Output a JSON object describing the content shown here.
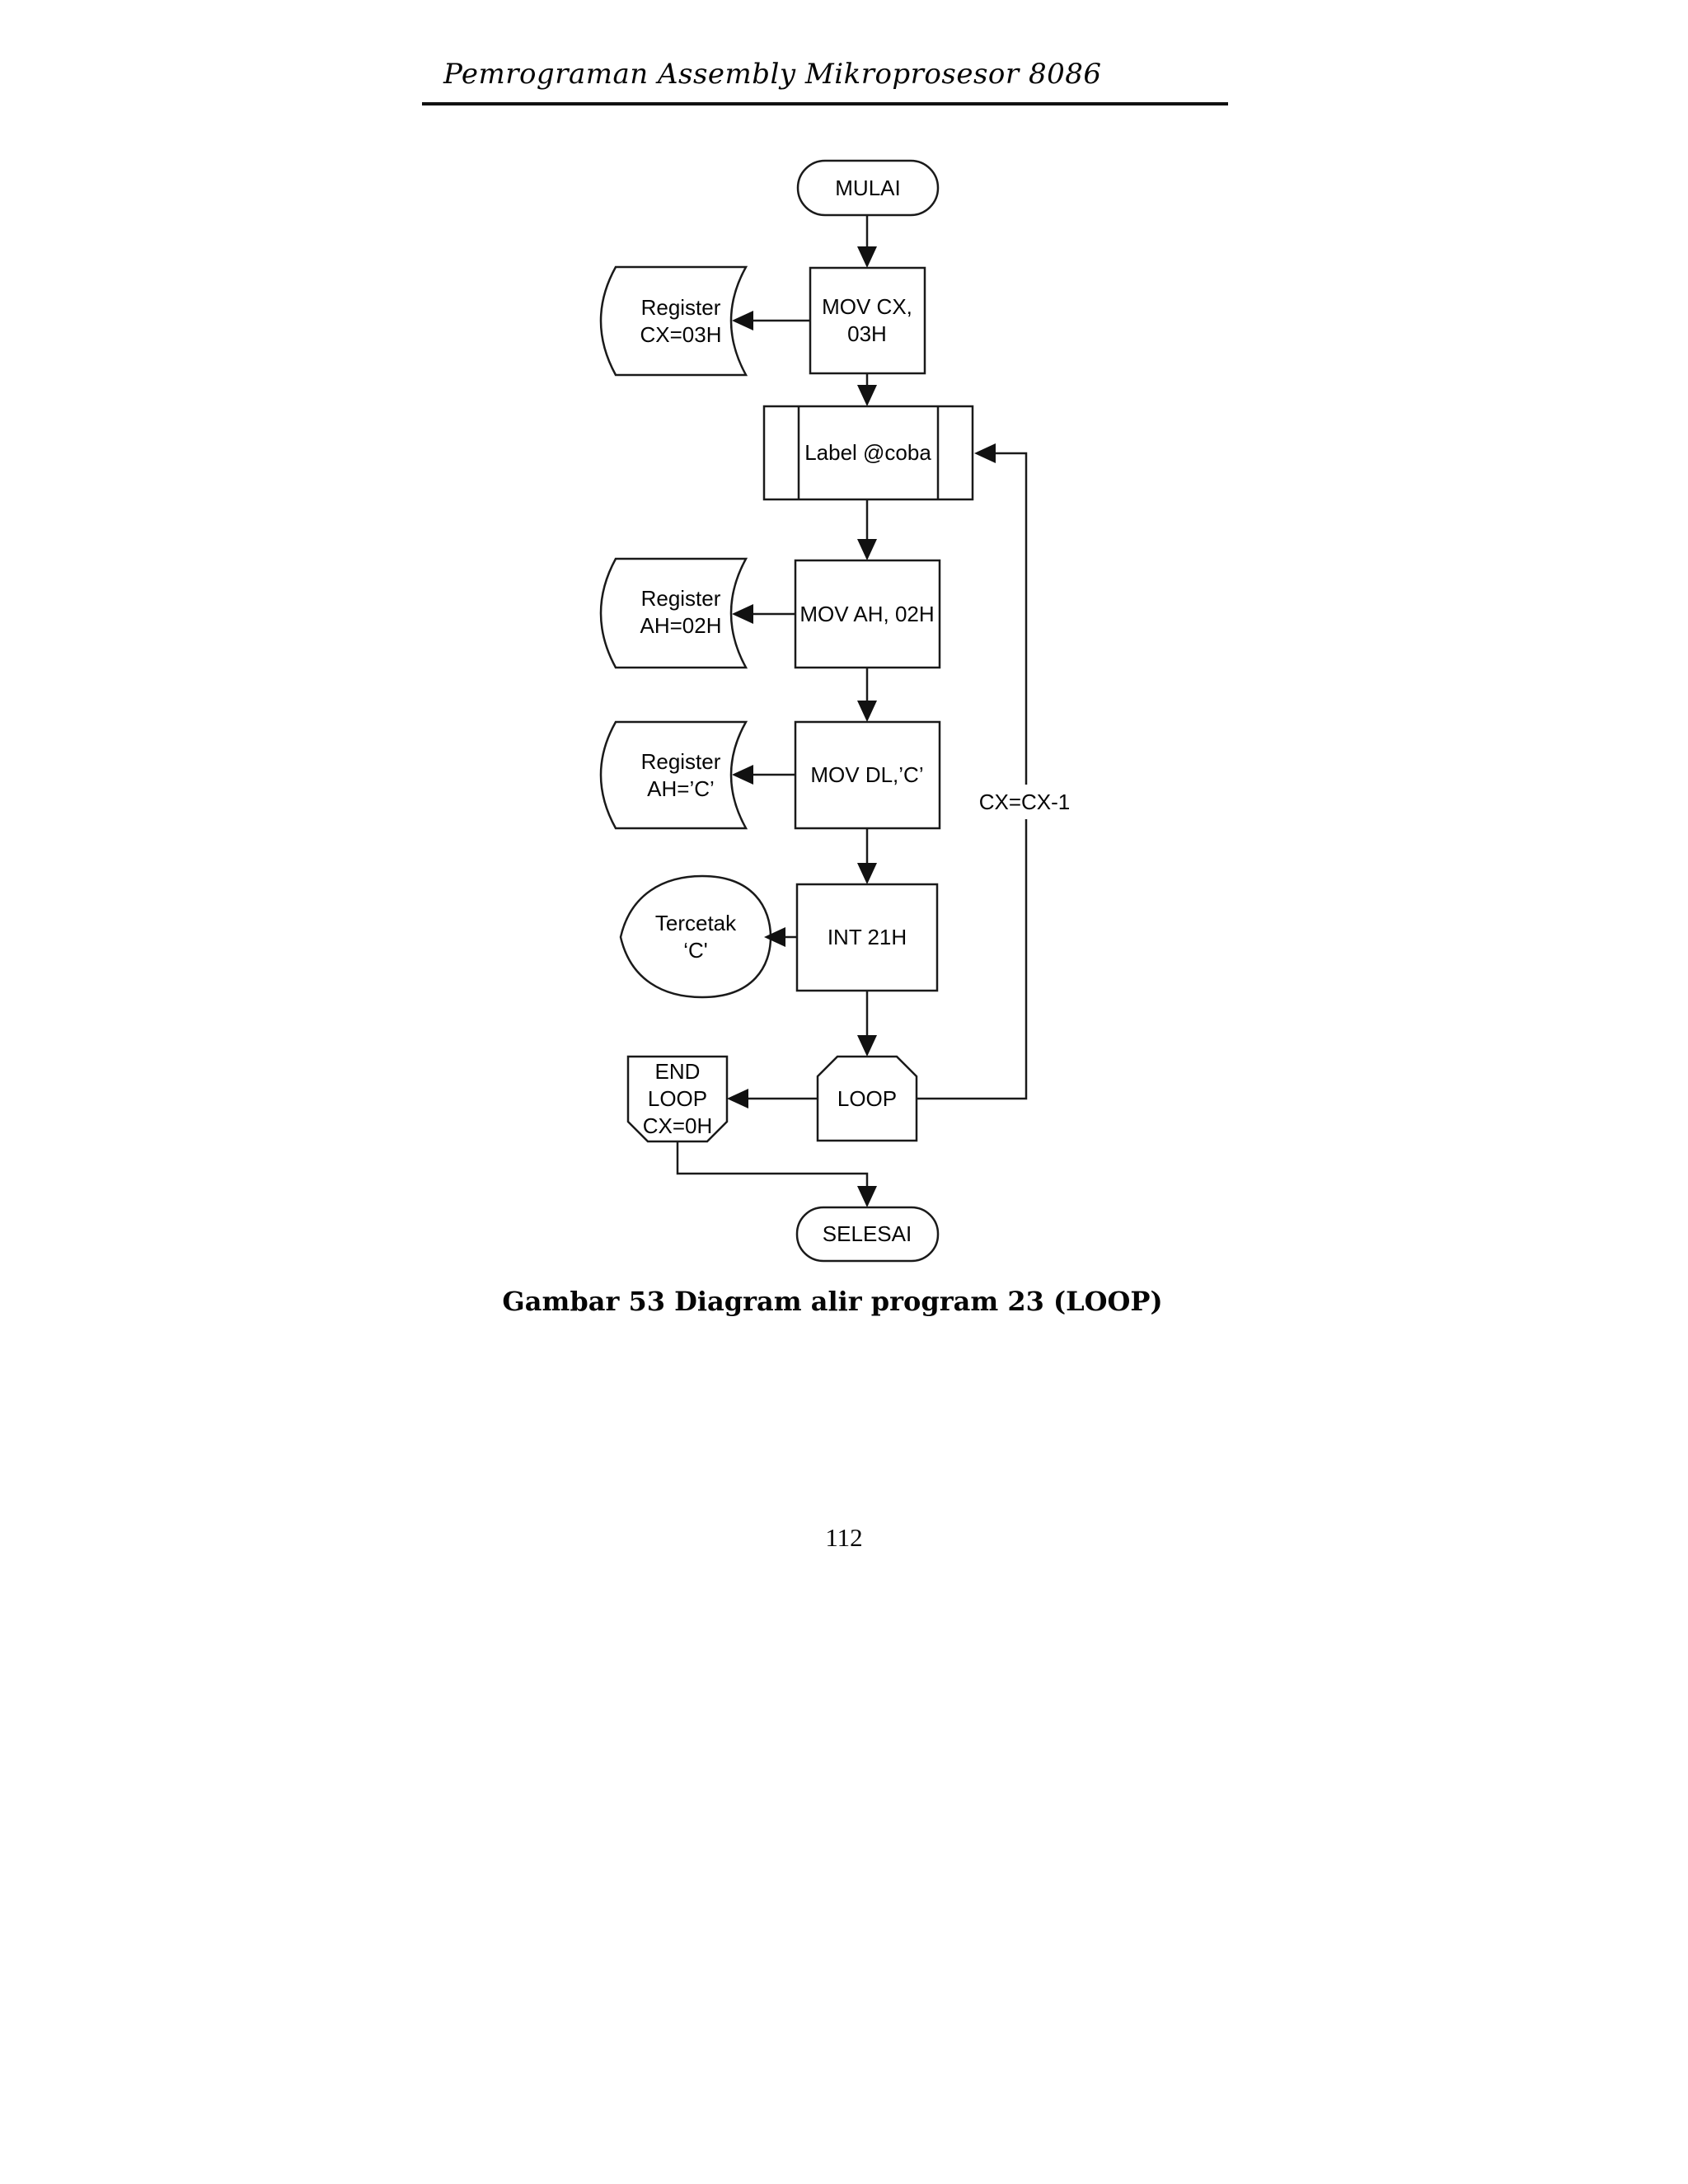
{
  "page": {
    "header": "Pemrograman Assembly Mikroprosesor 8086",
    "caption": "Gambar 53 Diagram alir program 23 (LOOP)",
    "page_number": "112"
  },
  "flowchart": {
    "colors": {
      "ink": "#000000",
      "paper": "#ffffff"
    },
    "nodes": {
      "start": "MULAI",
      "reg_cx": "Register\nCX=03H",
      "mov_cx": "MOV CX,\n03H",
      "label_coba": "Label @coba",
      "reg_ah02": "Register\nAH=02H",
      "mov_ah": "MOV AH, 02H",
      "reg_ahc": "Register\nAH=’C’",
      "mov_dl": "MOV DL,’C’",
      "tercetak": "Tercetak\n‘C'",
      "int21": "INT 21H",
      "loop": "LOOP",
      "end_loop": "END\nLOOP\nCX=0H",
      "selesai": "SELESAI",
      "loop_annotation": "CX=CX-1"
    }
  }
}
